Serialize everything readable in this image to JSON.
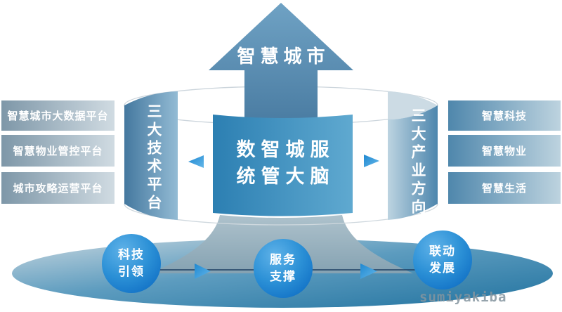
{
  "diagram": {
    "title_arrow": {
      "label": "智慧城市"
    },
    "center_panel": {
      "line1": "数智城服",
      "line2": "统管大脑"
    },
    "left_band": {
      "label": "三大技术平台"
    },
    "right_band": {
      "label": "三大产业方向"
    },
    "left_boxes": [
      {
        "label": "智慧城市大数据平台"
      },
      {
        "label": "智慧物业管控平台"
      },
      {
        "label": "城市攻略运营平台"
      }
    ],
    "right_boxes": [
      {
        "label": "智慧科技"
      },
      {
        "label": "智慧物业"
      },
      {
        "label": "智慧生活"
      }
    ],
    "bottom_circles": [
      {
        "line1": "科技",
        "line2": "引领"
      },
      {
        "line1": "服务",
        "line2": "支撑"
      },
      {
        "line1": "联动",
        "line2": "发展"
      }
    ],
    "watermark": "sumiyakiba",
    "colors": {
      "arrow_top": "#6fa2c4",
      "arrow_bottom": "#4b7da3",
      "panel_left": "#2c7fb2",
      "panel_right": "#5fa9d0",
      "band_dark": "#44789f",
      "band_light": "#93bbd4",
      "left_box_start": "#7e97a8",
      "left_box_end": "#d0dbe2",
      "right_box_start": "#4f87ac",
      "right_box_end": "#bdd3df",
      "circle_highlight": "#5fb2e8",
      "circle_deep": "#0f6ec4",
      "base_light": "#c6d6df",
      "base_dark": "#2c7aa5",
      "funnel_top": "#aec2cc",
      "funnel_bottom": "#85a2b2",
      "triangle": "#2a93d6",
      "connector_line": "#1c3f63"
    }
  }
}
